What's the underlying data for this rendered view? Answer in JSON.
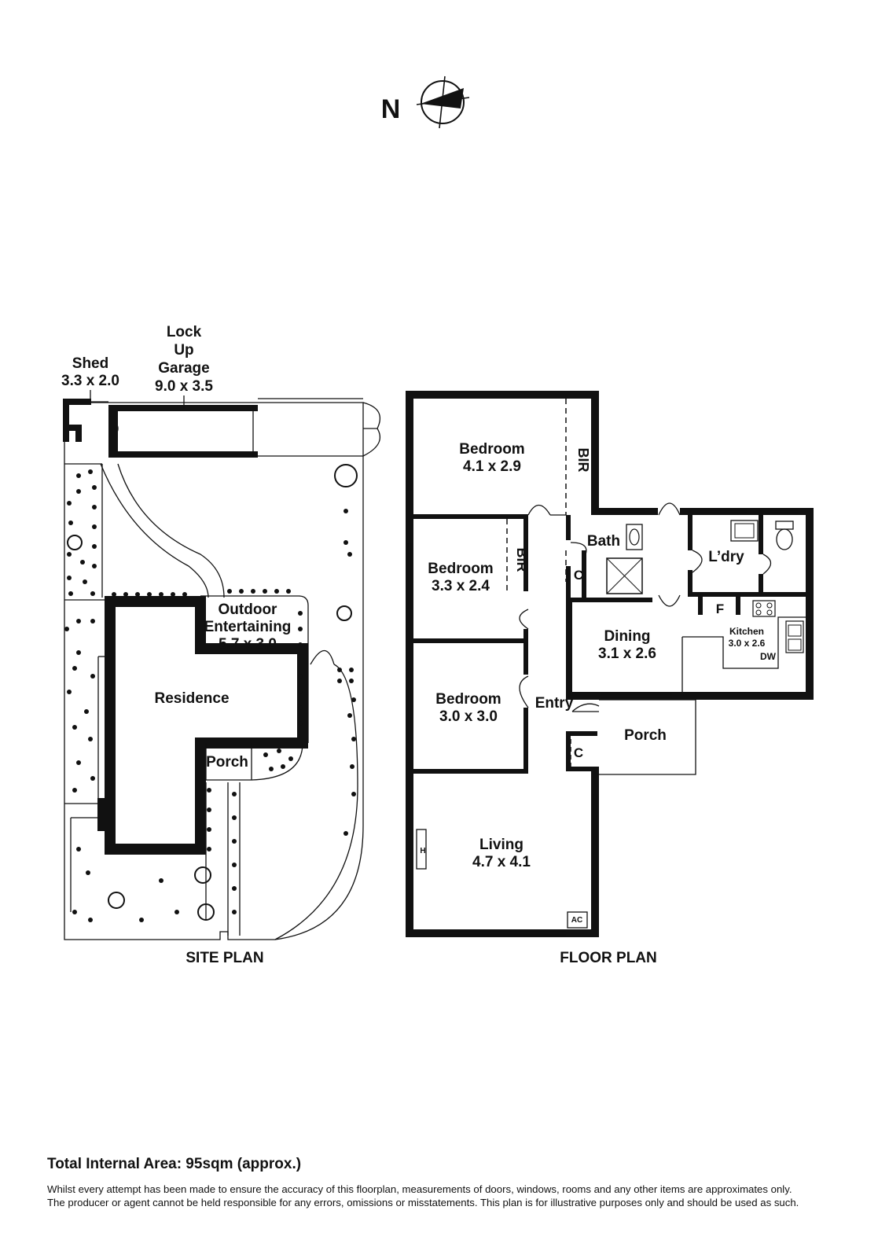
{
  "compass": {
    "label": "N"
  },
  "site_plan": {
    "caption": "SITE PLAN",
    "shed": {
      "name": "Shed",
      "dims": "3.3 x 2.0"
    },
    "garage": {
      "line1": "Lock",
      "line2": "Up",
      "line3": "Garage",
      "dims": "9.0 x 3.5"
    },
    "outdoor": {
      "line1": "Outdoor",
      "line2": "Entertaining",
      "dims": "5.7 x 3.0"
    },
    "residence": "Residence",
    "porch": "Porch"
  },
  "floor_plan": {
    "caption": "FLOOR PLAN",
    "bedroom1": {
      "name": "Bedroom",
      "dims": "4.1 x 2.9"
    },
    "bedroom2": {
      "name": "Bedroom",
      "dims": "3.3 x 2.4"
    },
    "bedroom3": {
      "name": "Bedroom",
      "dims": "3.0 x 3.0"
    },
    "living": {
      "name": "Living",
      "dims": "4.7 x 4.1"
    },
    "dining": {
      "name": "Dining",
      "dims": "3.1 x 2.6"
    },
    "kitchen": {
      "name": "Kitchen",
      "dims": "3.0 x 2.6"
    },
    "bath": "Bath",
    "laundry": "L’dry",
    "entry": "Entry",
    "porch": "Porch",
    "bir": "BIR",
    "cupboard": "C",
    "fridge": "F",
    "dishwasher": "DW",
    "heater": "H",
    "aircon": "AC"
  },
  "footer": {
    "total_area": "Total Internal Area: 95sqm (approx.)",
    "disclaimer_line1": "Whilst every attempt has been made to ensure the accuracy of this floorplan, measurements of doors, windows, rooms and any other items are approximates only.",
    "disclaimer_line2": "The producer or agent cannot be held responsible for any errors, omissions or misstatements. This plan is for illustrative purposes only and should be used as such."
  }
}
